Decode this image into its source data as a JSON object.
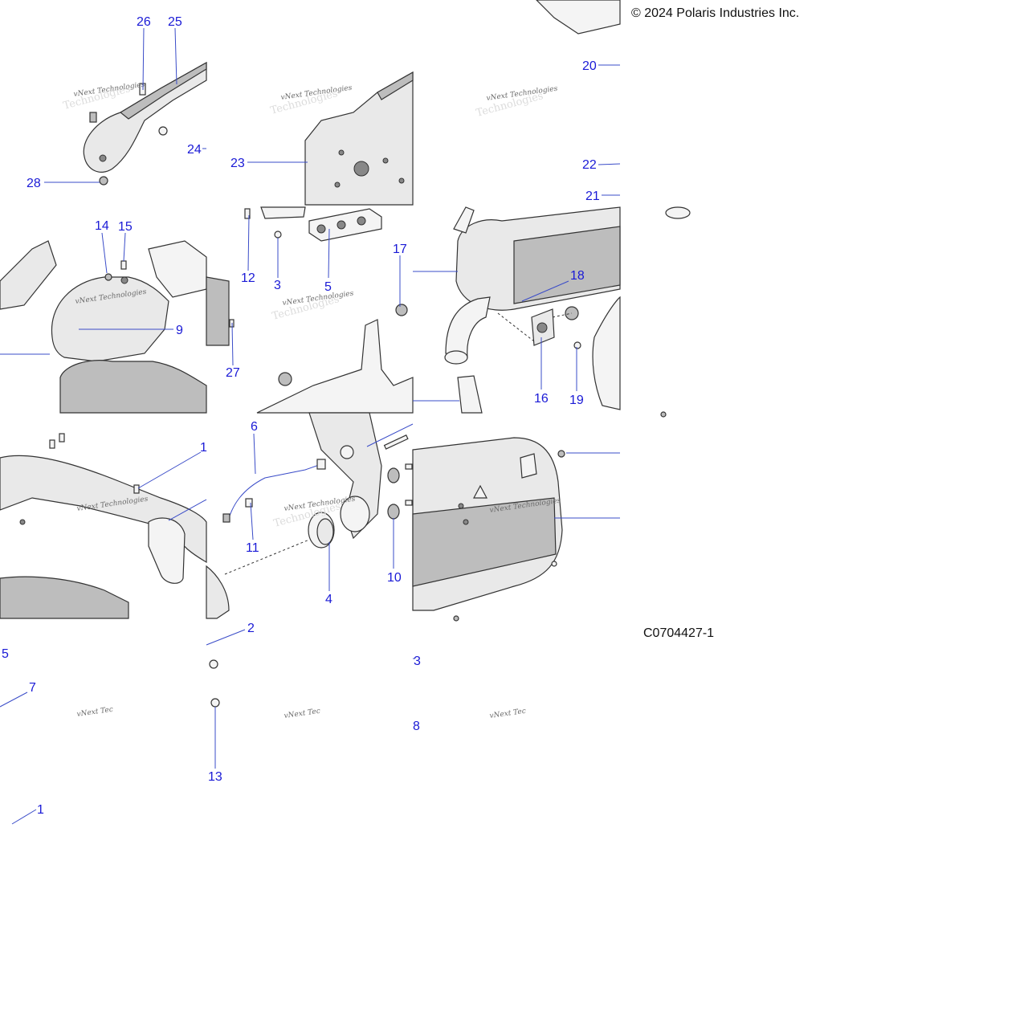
{
  "copyright": "© 2024 Polaris Industries Inc.",
  "figure_id": "C0704427-1",
  "watermark": {
    "line1": "vNext Technologies",
    "line2": "Technologies",
    "short": "vNext Tec"
  },
  "callouts": [
    "26",
    "25",
    "24",
    "28",
    "23",
    "20",
    "22",
    "21",
    "14",
    "15",
    "9",
    "12",
    "3",
    "5",
    "27",
    "17",
    "18",
    "16",
    "19",
    "1",
    "6",
    "11",
    "4",
    "10",
    "2",
    "3",
    "5",
    "7",
    "13",
    "8",
    "1"
  ]
}
